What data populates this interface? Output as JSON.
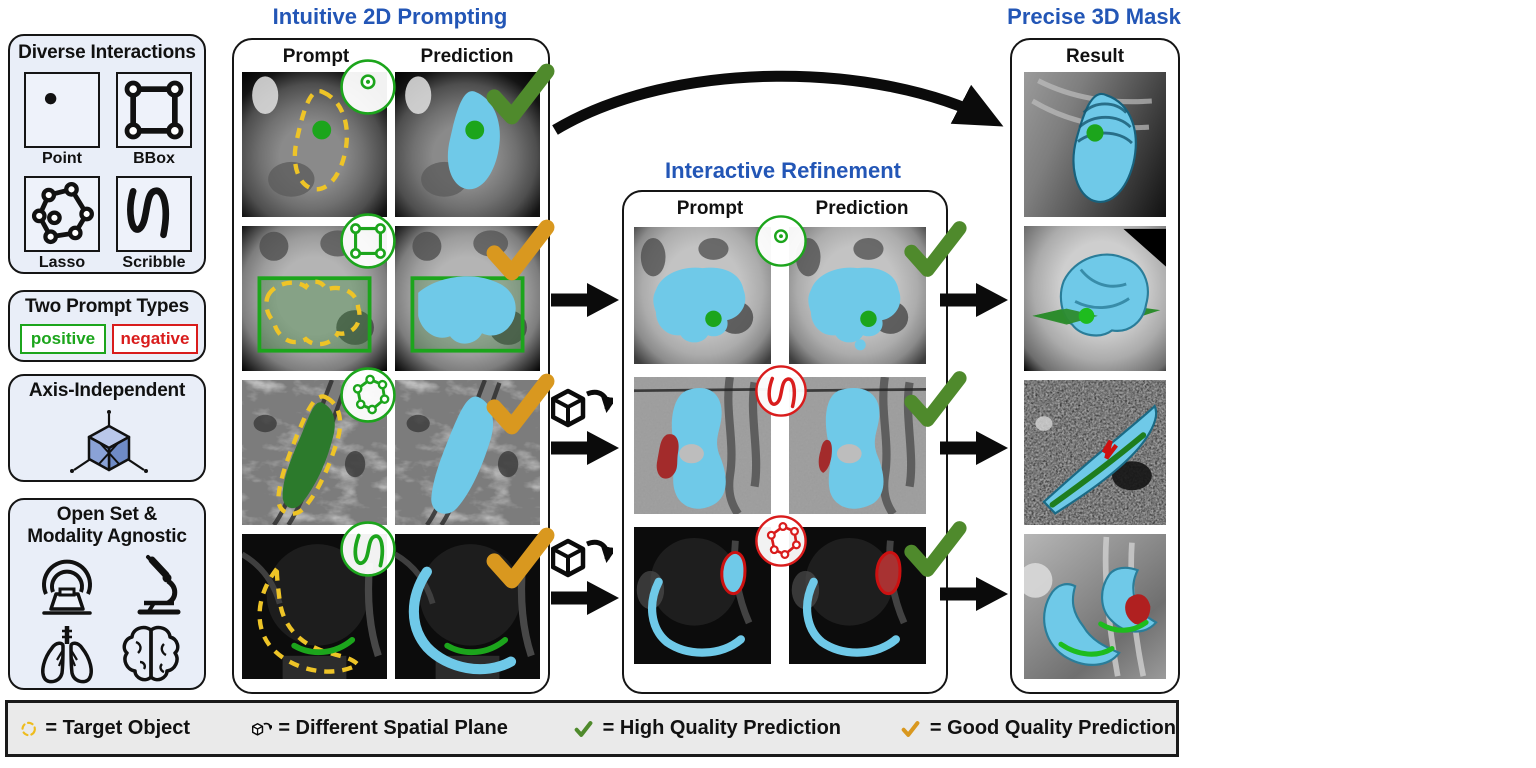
{
  "colors": {
    "title_blue": "#2356b6",
    "positive_green": "#1ca51c",
    "negative_red": "#d91c1c",
    "check_green": "#4f8a2c",
    "check_orange": "#d9981f",
    "mask_cyan": "#6fc9e8",
    "negative_mask_red": "#a32b2b",
    "target_yellow": "#eebc1d",
    "card_bg": "#e9eef8"
  },
  "sidebar": {
    "cards": [
      {
        "title": "Diverse Interactions",
        "items": [
          {
            "label": "Point"
          },
          {
            "label": "BBox"
          },
          {
            "label": "Lasso"
          },
          {
            "label": "Scribble"
          }
        ]
      },
      {
        "title": "Two Prompt Types",
        "positive": "positive",
        "negative": "negative"
      },
      {
        "title": "Axis-Independent"
      },
      {
        "title": "Open Set &",
        "title2": "Modality Agnostic"
      }
    ]
  },
  "prompting": {
    "title": "Intuitive 2D Prompting",
    "col_prompt": "Prompt",
    "col_prediction": "Prediction",
    "rows": [
      {
        "interaction": "point",
        "prompt_type": "positive",
        "quality": "high"
      },
      {
        "interaction": "bbox",
        "prompt_type": "positive",
        "quality": "good"
      },
      {
        "interaction": "lasso",
        "prompt_type": "positive",
        "quality": "good"
      },
      {
        "interaction": "scribble",
        "prompt_type": "positive",
        "quality": "good"
      }
    ]
  },
  "refinement": {
    "title": "Interactive Refinement",
    "col_prompt": "Prompt",
    "col_prediction": "Prediction",
    "rows": [
      {
        "interaction": "point",
        "prompt_type": "positive",
        "quality": "high"
      },
      {
        "interaction": "scribble",
        "prompt_type": "negative",
        "quality": "high",
        "different_spatial_plane": true
      },
      {
        "interaction": "lasso",
        "prompt_type": "negative",
        "quality": "high",
        "different_spatial_plane": true
      }
    ]
  },
  "result_panel": {
    "title": "Precise 3D Mask",
    "header": "Result"
  },
  "legend": {
    "target": "= Target Object",
    "plane": "= Different Spatial Plane",
    "high": "= High Quality Prediction",
    "good": "= Good Quality Prediction"
  }
}
